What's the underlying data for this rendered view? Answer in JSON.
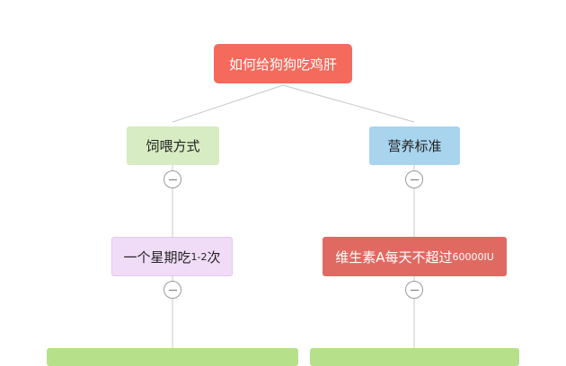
{
  "diagram": {
    "root": {
      "label": "如何给狗狗吃鸡肝"
    },
    "branches": [
      {
        "label": "饲喂方式",
        "child": {
          "label_main": "一个星期吃",
          "label_small": "1-2",
          "label_tail": "次"
        }
      },
      {
        "label": "营养标准",
        "child": {
          "label_main": "维生素A每天不超过",
          "label_small": "60000IU",
          "label_tail": ""
        }
      }
    ]
  },
  "colors": {
    "root": "#f46a5d",
    "branch_left": "#d7ecc2",
    "branch_right": "#a9d4ee",
    "leaf_left": "#f1dcf8",
    "leaf_right": "#e06a62",
    "bottom": "#b6e08a"
  },
  "icons": {
    "collapse": "minus-circle-icon"
  }
}
